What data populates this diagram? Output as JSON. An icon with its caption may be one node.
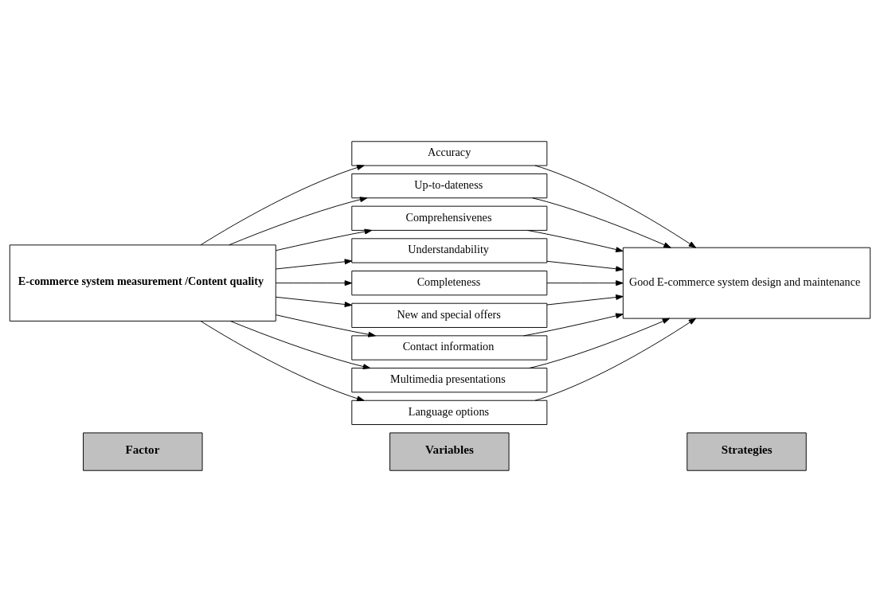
{
  "diagram": {
    "nodes": [
      {
        "text": [
          "Factor"
        ]
      },
      {
        "text": [
          "Variables"
        ]
      },
      {
        "text": [
          "Strategies"
        ]
      },
      {
        "text": [
          "E-commerce system measurement /Content quality"
        ]
      },
      {
        "text": [
          "Accuracy"
        ]
      },
      {
        "text": [
          "Up-to-dateness"
        ]
      },
      {
        "text": [
          "Comprehensivenes"
        ]
      },
      {
        "text": [
          "Understandability"
        ]
      },
      {
        "text": [
          "Completeness"
        ]
      },
      {
        "text": [
          "New and special offers"
        ]
      },
      {
        "text": [
          "Contact information"
        ]
      },
      {
        "text": [
          "Multimedia presentations"
        ]
      },
      {
        "text": [
          "Language options"
        ]
      },
      {
        "text": [
          "Good E-commerce system design and maintenance"
        ]
      }
    ],
    "edges": [
      {
        "from": 3,
        "to": 4,
        "arrow": "to"
      },
      {
        "from": 3,
        "to": 5,
        "arrow": "to"
      },
      {
        "from": 3,
        "to": 6,
        "arrow": "to"
      },
      {
        "from": 3,
        "to": 7,
        "arrow": "to"
      },
      {
        "from": 3,
        "to": 8,
        "arrow": "to"
      },
      {
        "from": 3,
        "to": 9,
        "arrow": "to"
      },
      {
        "from": 3,
        "to": 10,
        "arrow": "to"
      },
      {
        "from": 3,
        "to": 11,
        "arrow": "to"
      },
      {
        "from": 3,
        "to": 12,
        "arrow": "to"
      },
      {
        "from": 4,
        "to": 13,
        "arrow": "to"
      },
      {
        "from": 5,
        "to": 13,
        "arrow": "to"
      },
      {
        "from": 6,
        "to": 13,
        "arrow": "to"
      },
      {
        "from": 7,
        "to": 13,
        "arrow": "to"
      },
      {
        "from": 8,
        "to": 13,
        "arrow": "to"
      },
      {
        "from": 9,
        "to": 13,
        "arrow": "to"
      },
      {
        "from": 10,
        "to": 13,
        "arrow": "to"
      },
      {
        "from": 11,
        "to": 13,
        "arrow": "to"
      },
      {
        "from": 12,
        "to": 13,
        "arrow": "to"
      }
    ]
  }
}
